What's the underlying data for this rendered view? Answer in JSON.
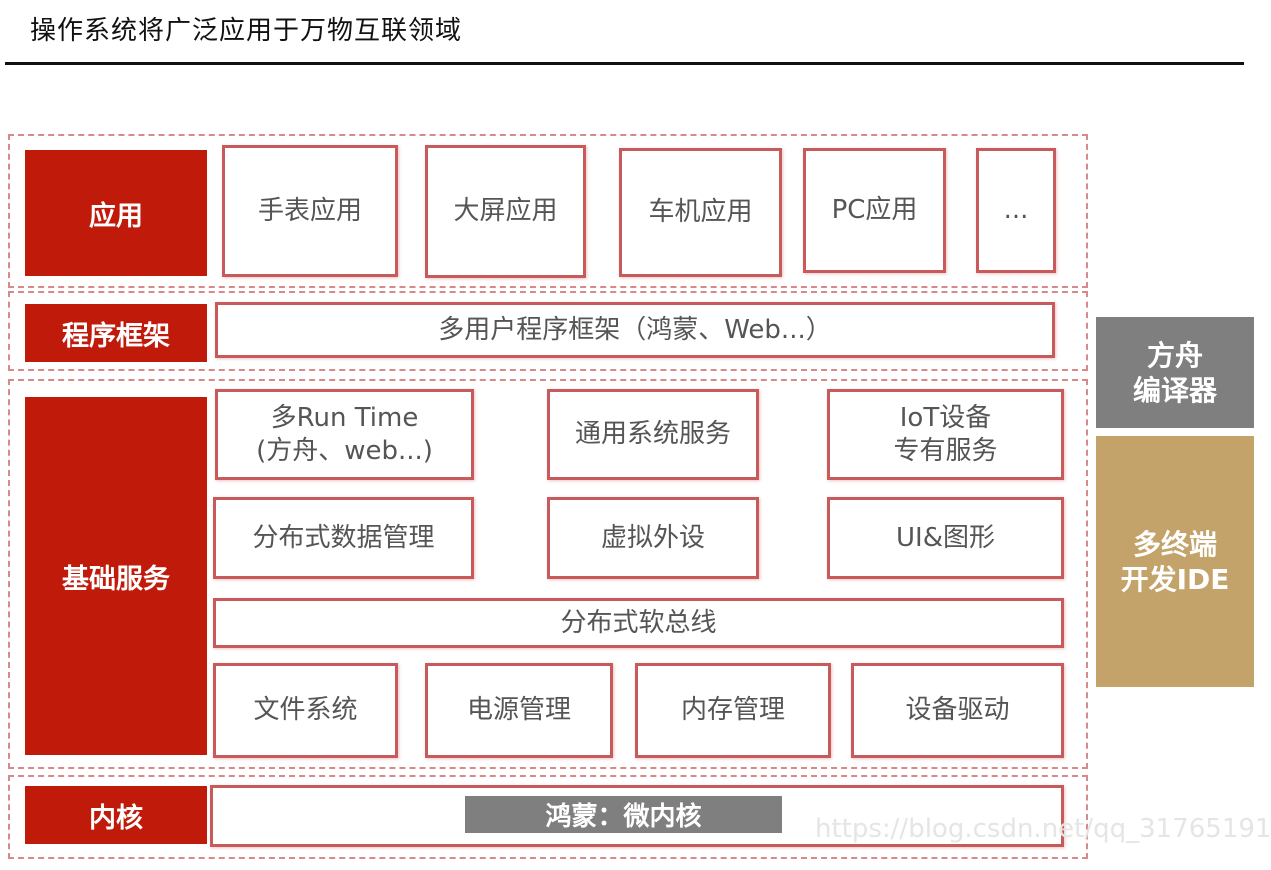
{
  "title": "操作系统将广泛应用于万物互联领域",
  "layers": {
    "app": {
      "label": "应用",
      "items": [
        "手表应用",
        "大屏应用",
        "车机应用",
        "PC应用",
        "..."
      ]
    },
    "framework": {
      "label": "程序框架",
      "content": "多用户程序框架（鸿蒙、Web...）"
    },
    "base": {
      "label": "基础服务",
      "runtime": {
        "line1": "多Run Time",
        "line2": "(方舟、web...)"
      },
      "general": "通用系统服务",
      "iot": {
        "line1": "IoT设备",
        "line2": "专有服务"
      },
      "distributed_data": "分布式数据管理",
      "virtual_peripheral": "虚拟外设",
      "ui_graphics": "UI&图形",
      "soft_bus": "分布式软总线",
      "file_system": "文件系统",
      "power": "电源管理",
      "memory": "内存管理",
      "driver": "设备驱动"
    },
    "kernel": {
      "label": "内核",
      "content": "鸿蒙：微内核"
    }
  },
  "side": {
    "compiler": {
      "line1": "方舟",
      "line2": "编译器"
    },
    "ide": {
      "line1": "多终端",
      "line2": "开发IDE"
    }
  },
  "watermark": "https://blog.csdn.net/qq_31765191",
  "colors": {
    "label_red": "#c01a0b",
    "compiler_gray": "#7f7f7f",
    "ide_gold": "#c3a36a",
    "box_border": "#c75a5a"
  }
}
